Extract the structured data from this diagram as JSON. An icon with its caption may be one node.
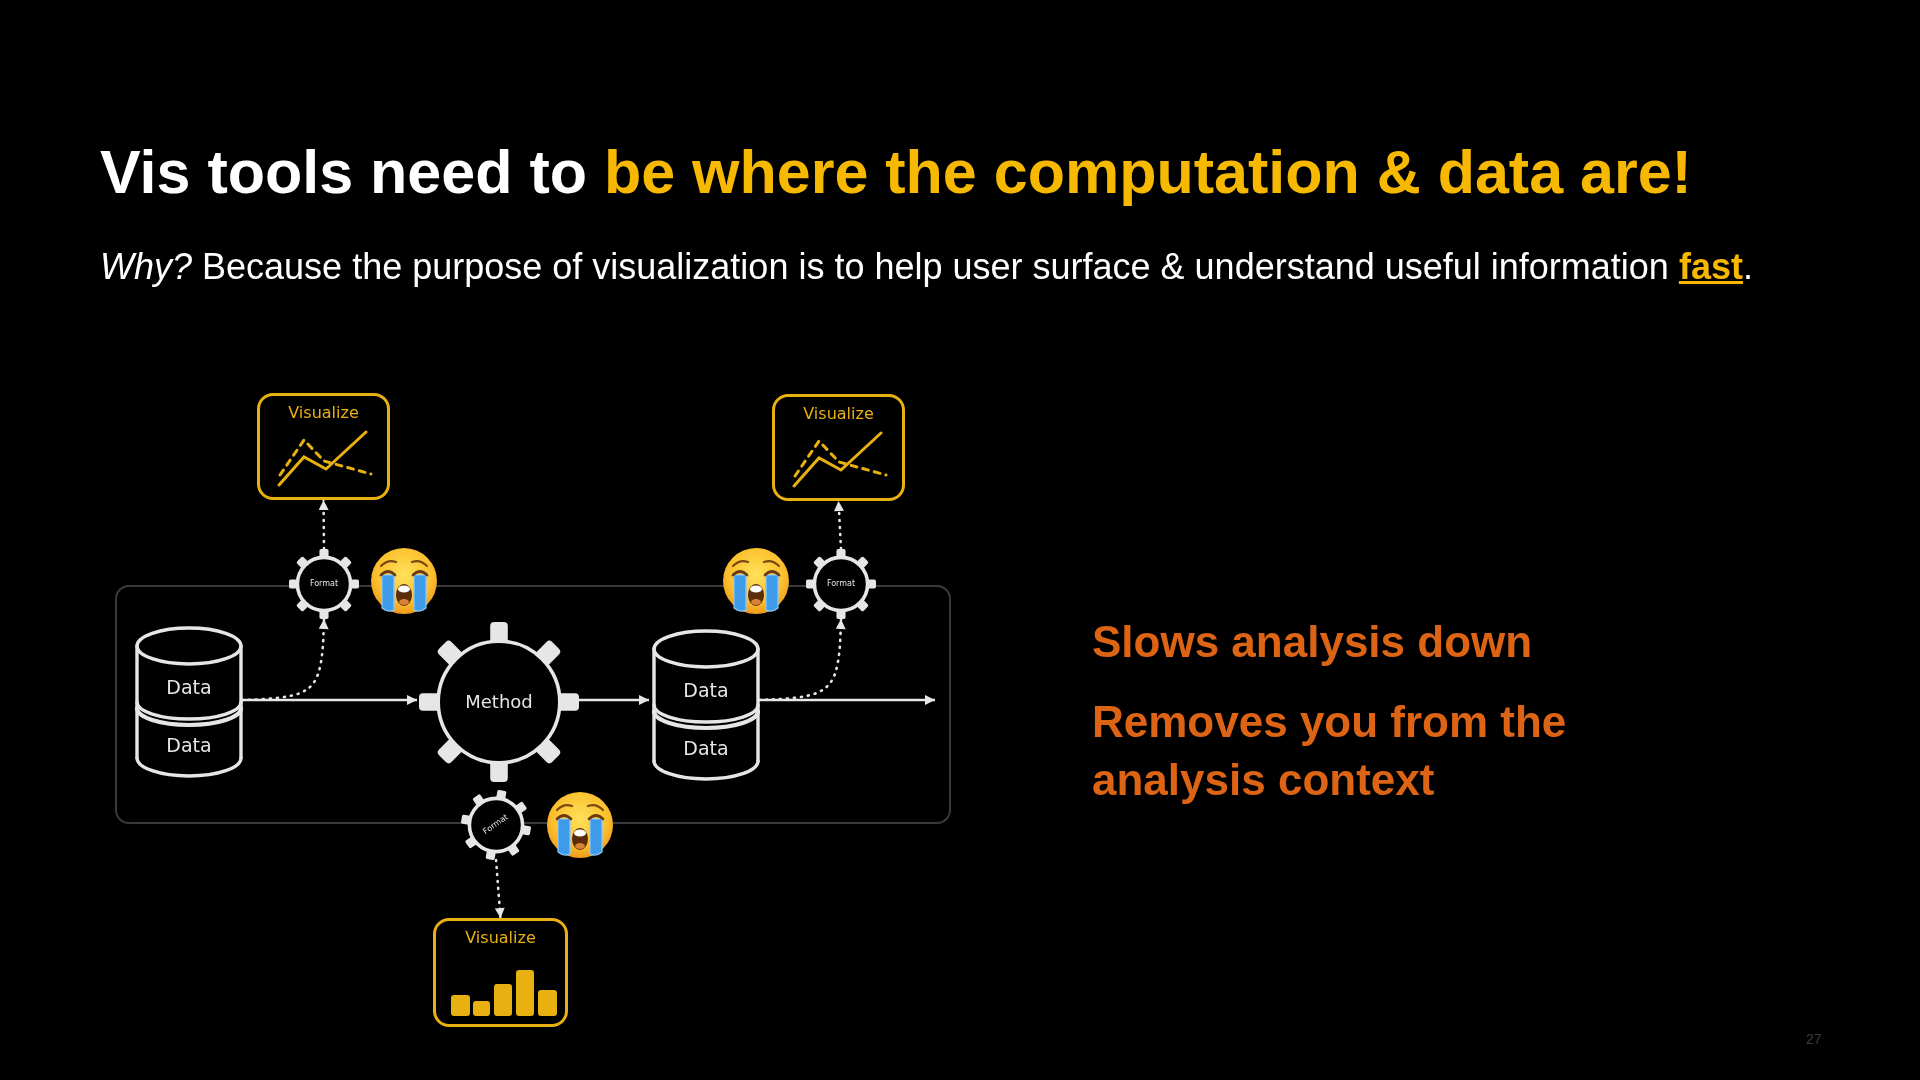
{
  "diagram": {
    "title": "Vis tools need to **be where the computation & data are!**",
    "nodes": [
      {
        "text": [],
        "shape": "box"
      },
      {
        "text": [
          "Visualize"
        ]
      },
      {
        "text": [
          "Format"
        ]
      },
      {
        "text": [
          "Visualize"
        ]
      },
      {
        "text": [
          "Format"
        ]
      },
      {
        "text": [
          "Data",
          "Data"
        ],
        "in": 0
      },
      {
        "text": [
          "Method"
        ],
        "in": 0
      },
      {
        "text": [
          "Data",
          "Data"
        ],
        "in": 0
      },
      {
        "text": [
          "Format"
        ]
      },
      {
        "text": [
          "Visualize"
        ]
      }
    ],
    "edges": [
      {
        "from": 5,
        "to": 6,
        "arrow": "to"
      },
      {
        "from": 5,
        "to": 2,
        "arrow": "to",
        "style": "dashed"
      },
      {
        "from": 2,
        "to": 1,
        "arrow": "to",
        "style": "dashed"
      },
      {
        "from": 6,
        "to": 7,
        "arrow": "to"
      },
      {
        "from": 7,
        "to": 4,
        "arrow": "to",
        "style": "dashed"
      },
      {
        "from": 4,
        "to": 3,
        "arrow": "to",
        "style": "dashed"
      },
      {
        "from": 7,
        "to": null,
        "arrow": "to"
      },
      {
        "from": 8,
        "to": 9,
        "arrow": "to",
        "style": "dashed"
      }
    ],
    "labels": [
      "*Why?* Because the purpose of visualization is to help user surface & understand useful information **fast**.",
      "Slows analysis down",
      "Removes you from the analysis context",
      "27"
    ]
  }
}
